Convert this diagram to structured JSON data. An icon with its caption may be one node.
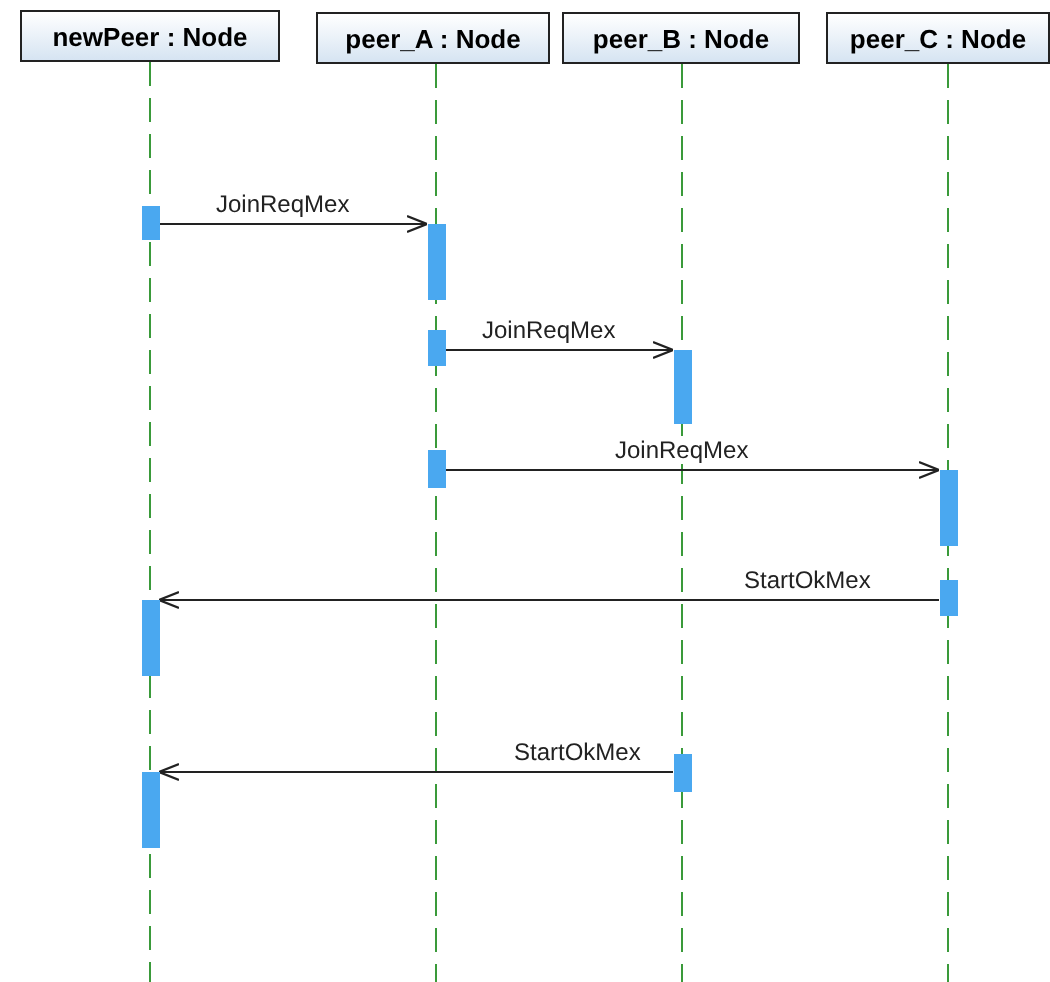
{
  "diagram": {
    "nodes": [
      {
        "text": [
          "newPeer : Node"
        ]
      },
      {
        "text": [
          "peer_A : Node"
        ]
      },
      {
        "text": [
          "peer_B : Node"
        ]
      },
      {
        "text": [
          "peer_C : Node"
        ]
      },
      {
        "text": [],
        "shape": "bar"
      },
      {
        "text": [],
        "shape": "bar"
      },
      {
        "text": [],
        "shape": "bar"
      },
      {
        "text": [],
        "shape": "bar"
      },
      {
        "text": [],
        "shape": "bar"
      },
      {
        "text": [],
        "shape": "bar"
      },
      {
        "text": [],
        "shape": "bar"
      },
      {
        "text": [],
        "shape": "bar"
      },
      {
        "text": [],
        "shape": "bar"
      },
      {
        "text": [],
        "shape": "bar"
      }
    ],
    "edges": [
      {
        "from": 4,
        "to": 5,
        "arrow": "to",
        "label": "JoinReqMex"
      },
      {
        "from": 6,
        "to": 7,
        "arrow": "to",
        "label": "JoinReqMex"
      },
      {
        "from": 8,
        "to": 9,
        "arrow": "to",
        "label": "JoinReqMex"
      },
      {
        "from": 10,
        "to": 11,
        "arrow": "to",
        "label": "StartOkMex"
      },
      {
        "from": 12,
        "to": 13,
        "arrow": "to",
        "label": "StartOkMex"
      }
    ]
  }
}
